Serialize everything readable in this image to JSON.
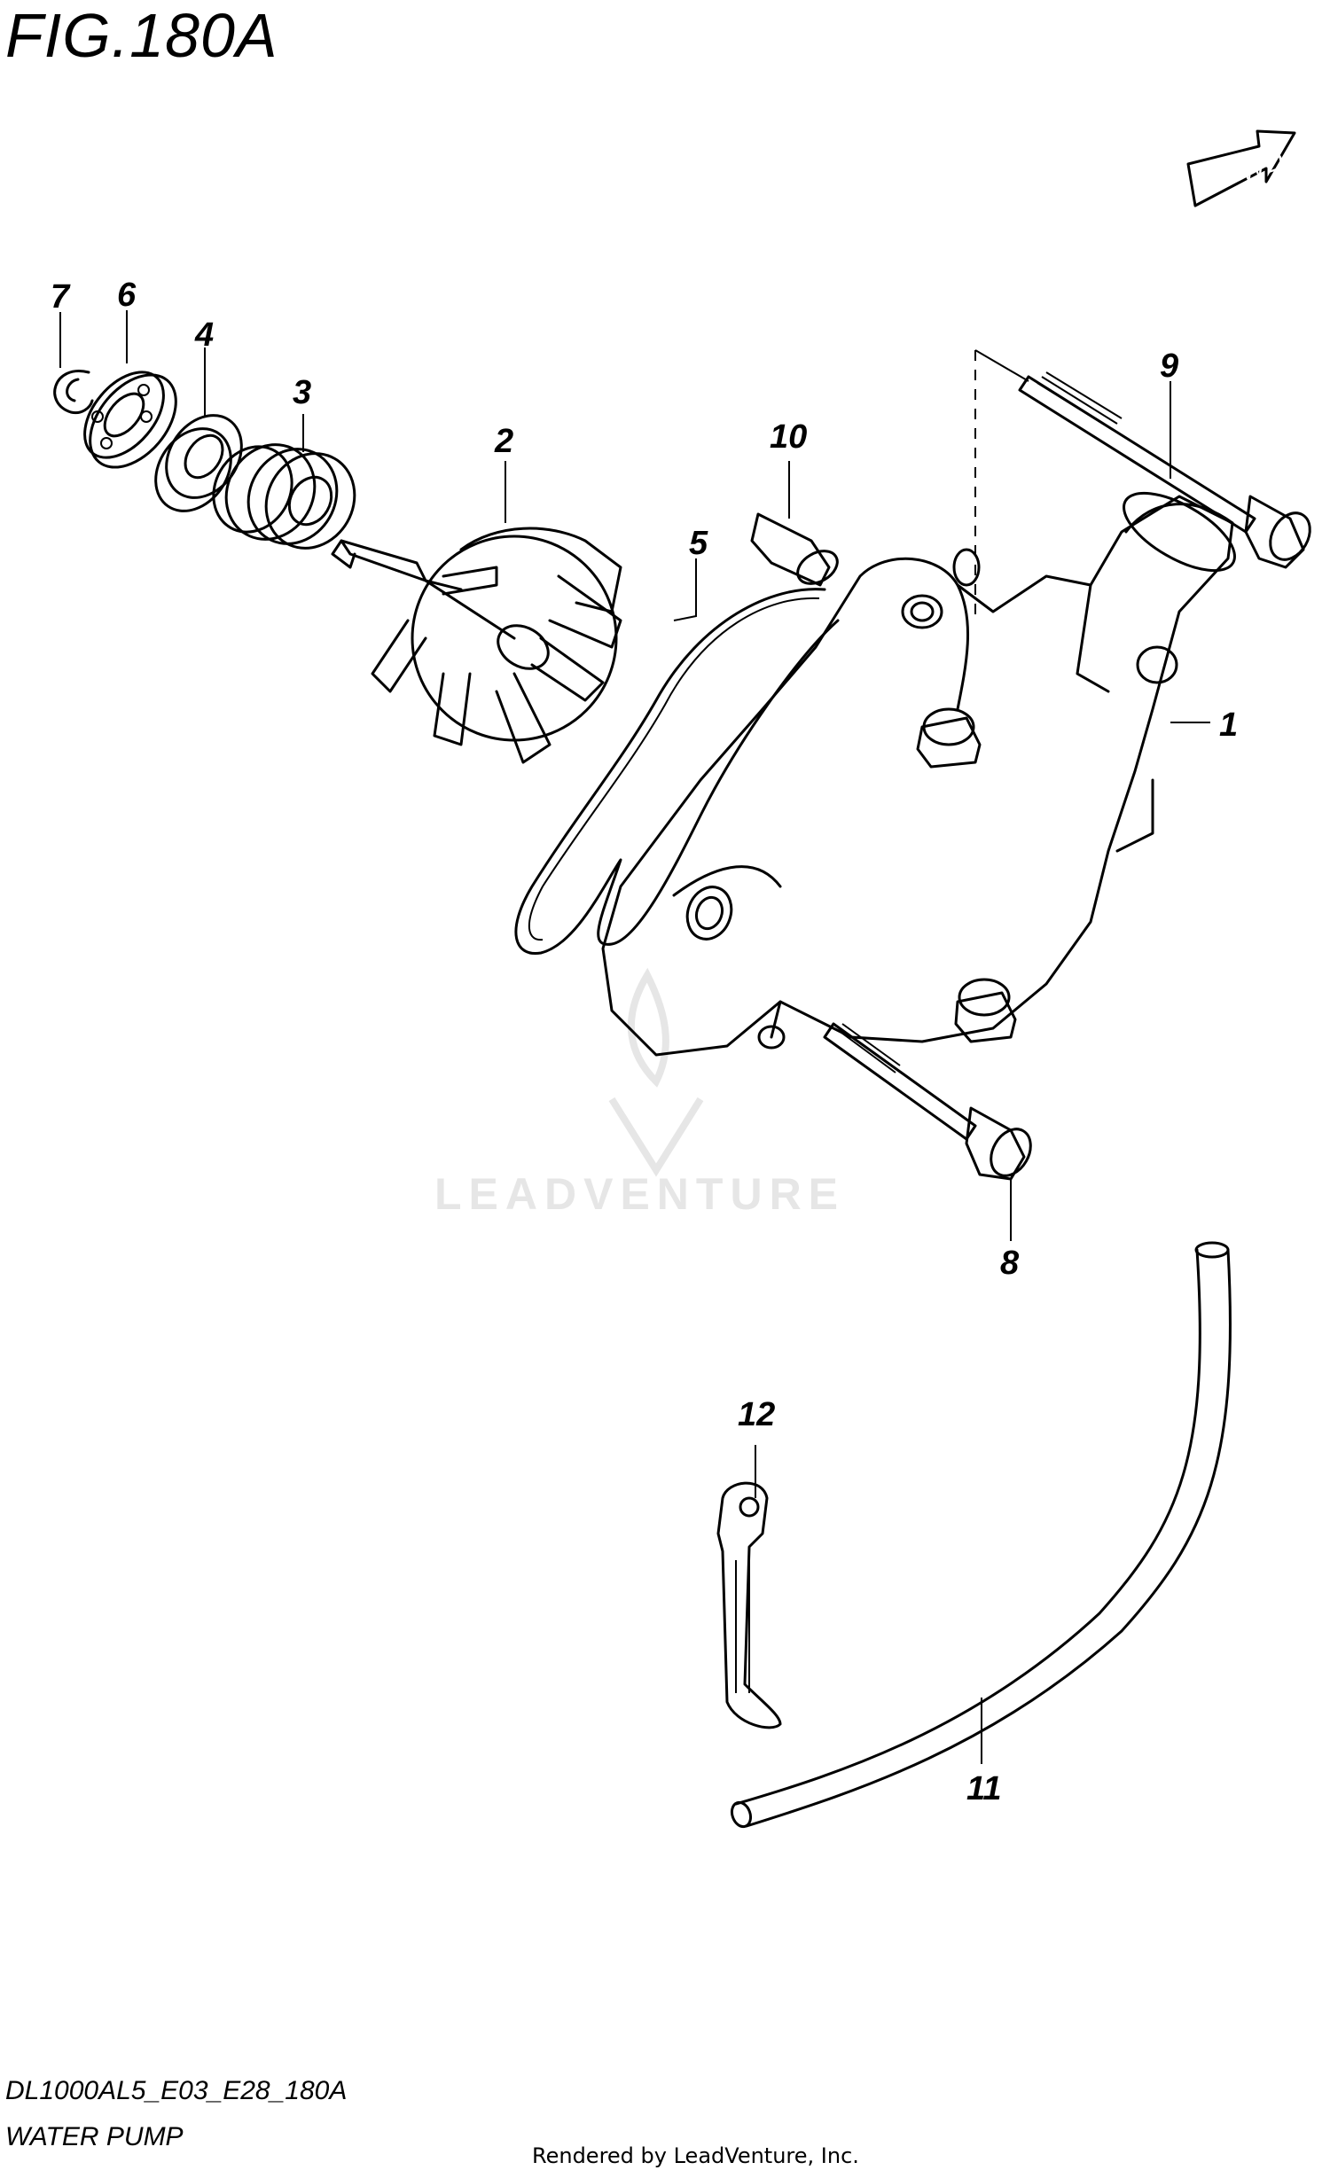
{
  "figure": {
    "title": "FIG.180A",
    "code": "DL1000AL5_E03_E28_180A",
    "name": "WATER PUMP",
    "render_credit": "Rendered by LeadVenture, Inc.",
    "watermark": "LEADVENTURE",
    "direction_label": "FWD"
  },
  "callouts": [
    {
      "number": "1",
      "part": "pump-housing"
    },
    {
      "number": "2",
      "part": "impeller"
    },
    {
      "number": "3",
      "part": "mechanical-seal"
    },
    {
      "number": "4",
      "part": "oil-seal"
    },
    {
      "number": "5",
      "part": "o-ring"
    },
    {
      "number": "6",
      "part": "bearing"
    },
    {
      "number": "7",
      "part": "circlip"
    },
    {
      "number": "8",
      "part": "bolt-short"
    },
    {
      "number": "9",
      "part": "bolt-long"
    },
    {
      "number": "10",
      "part": "dowel-pin"
    },
    {
      "number": "11",
      "part": "hose"
    },
    {
      "number": "12",
      "part": "clamp"
    }
  ]
}
